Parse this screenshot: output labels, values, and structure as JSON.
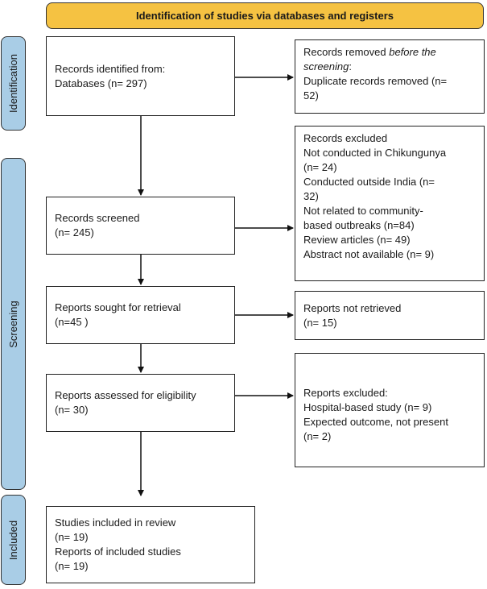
{
  "header": {
    "title": "Identification of studies via databases and registers"
  },
  "phases": {
    "identification": "Identification",
    "screening": "Screening",
    "included": "Included"
  },
  "boxes": {
    "identified": [
      "Records identified from:",
      "Databases (n= 297)"
    ],
    "removed": {
      "line1": "Records removed ",
      "line1_italic": "before the",
      "line2_italic": "screening",
      "line2_rest": ":",
      "line3": "Duplicate records removed (n=",
      "line4": "52)"
    },
    "excluded": [
      "Records excluded",
      "Not conducted in Chikungunya",
      "(n= 24)",
      "Conducted outside India (n=",
      "32)",
      "Not related to community-",
      "based outbreaks (n=84)",
      "Review articles (n= 49)",
      "Abstract not available (n= 9)"
    ],
    "screened": [
      "Records screened",
      "(n= 245)"
    ],
    "sought": [
      "Reports sought for retrieval",
      "(n=45 )"
    ],
    "not_retrieved": [
      "Reports not retrieved",
      "(n= 15)"
    ],
    "assessed": [
      "Reports assessed for eligibility",
      "(n= 30)"
    ],
    "reports_excluded": [
      "Reports excluded:",
      "Hospital-based study (n= 9)",
      "Expected outcome, not present",
      "(n= 2)"
    ],
    "included": [
      "Studies included in review",
      "(n= 19)",
      "Reports of included studies",
      "(n= 19)"
    ]
  }
}
